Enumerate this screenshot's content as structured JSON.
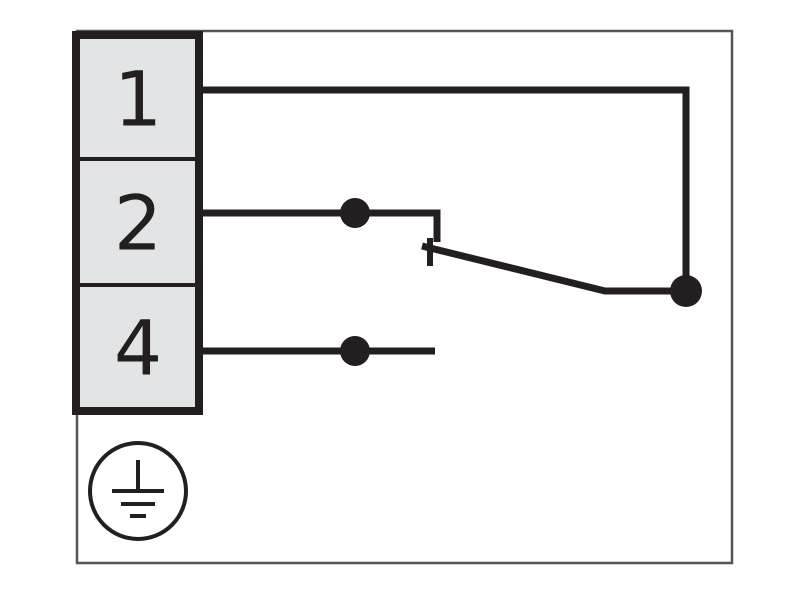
{
  "diagram": {
    "terminals": [
      {
        "label": "1"
      },
      {
        "label": "2"
      },
      {
        "label": "4"
      }
    ],
    "colors": {
      "line": "#231f20",
      "terminal_fill": "#e2e4e5",
      "outline": "#555555",
      "background": "#ffffff"
    },
    "symbols": [
      "protective-earth-icon",
      "switch-contact-icon"
    ]
  }
}
